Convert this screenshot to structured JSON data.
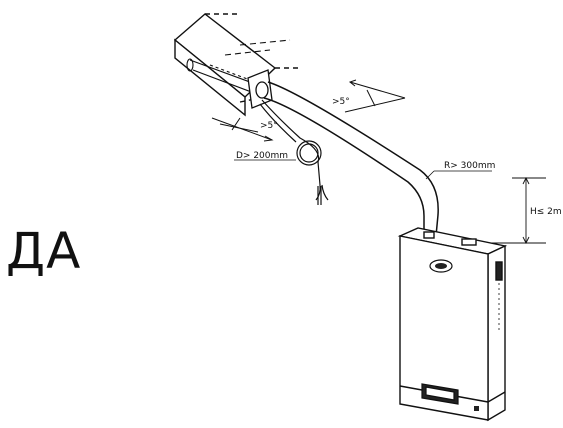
{
  "verdict_label": "ДА",
  "labels": {
    "slope_upper": ">5°",
    "slope_lower": ">5°",
    "loop_diameter": "D> 200mm",
    "bend_radius": "R> 300mm",
    "height": "H≤ 2m"
  }
}
